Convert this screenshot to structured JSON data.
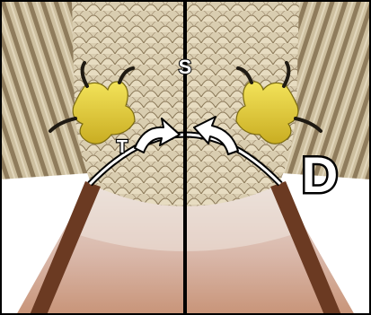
{
  "figure": {
    "labels": {
      "top": "S",
      "left": "T",
      "right": "D"
    }
  }
}
